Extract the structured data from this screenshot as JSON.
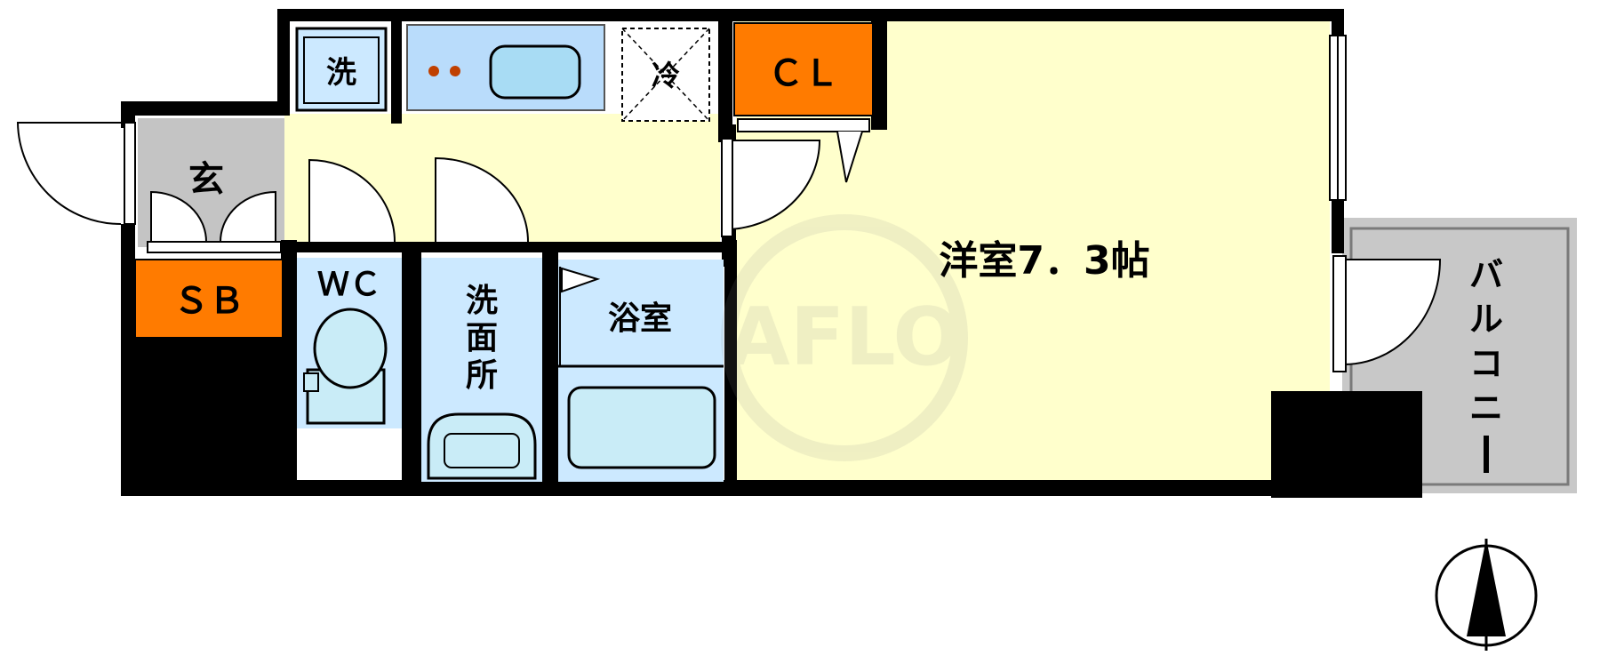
{
  "rooms": {
    "washer": "洗",
    "fridge": "冷",
    "closet": "ＣＬ",
    "entrance": "玄",
    "shoebox": "ＳＢ",
    "toilet": "ＷＣ",
    "washroom_chars": [
      "洗",
      "面",
      "所"
    ],
    "bath": "浴室",
    "western_room": "洋室7．3帖",
    "balcony_chars": [
      "バ",
      "ル",
      "コ",
      "ニ",
      "ー"
    ]
  },
  "watermark": "AFLO",
  "colors": {
    "wall": "#000000",
    "floor_yellow": "#ffffcc",
    "water_blue": "#cce9ff",
    "fixture_blue": "#c9ecf7",
    "storage_orange": "#ff7b00",
    "entrance_gray": "#c4c4c4",
    "balcony_gray": "#c8c8c8",
    "kitchen_blue": "#b9dcfb"
  },
  "icons": [
    "stove-burner-icon",
    "sink-icon",
    "toilet-icon",
    "basin-icon",
    "bathtub-icon",
    "north-arrow-icon"
  ]
}
